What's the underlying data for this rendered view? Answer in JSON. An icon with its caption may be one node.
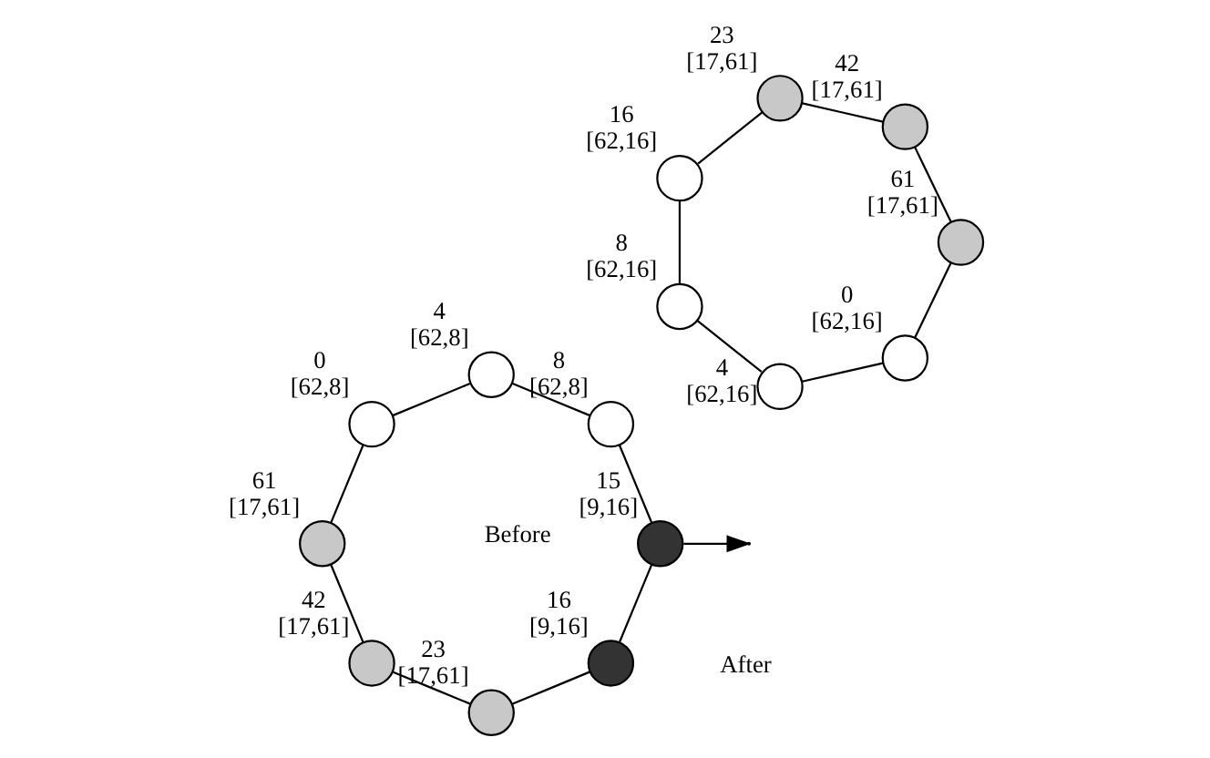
{
  "diagram": {
    "nodes": [
      {
        "text": [],
        "shape": "circle",
        "beside": [
          "0",
          "[62,8]"
        ]
      },
      {
        "text": [],
        "shape": "circle",
        "beside": [
          "4",
          "[62,8]"
        ]
      },
      {
        "text": [],
        "shape": "circle",
        "beside": [
          "8",
          "[62,8]"
        ]
      },
      {
        "text": [],
        "shape": "circle",
        "beside": [
          "15",
          "[9,16]"
        ]
      },
      {
        "text": [],
        "shape": "circle",
        "beside": [
          "16",
          "[9,16]"
        ]
      },
      {
        "text": [],
        "shape": "circle",
        "beside": [
          "23",
          "[17,61]"
        ]
      },
      {
        "text": [],
        "shape": "circle",
        "beside": [
          "42",
          "[17,61]"
        ]
      },
      {
        "text": [],
        "shape": "circle",
        "beside": [
          "61",
          "[17,61]"
        ]
      },
      {
        "text": [],
        "shape": "circle",
        "beside": [
          "0",
          "[62,16]"
        ]
      },
      {
        "text": [],
        "shape": "circle",
        "beside": [
          "4",
          "[62,16]"
        ]
      },
      {
        "text": [],
        "shape": "circle",
        "beside": [
          "8",
          "[62,16]"
        ]
      },
      {
        "text": [],
        "shape": "circle",
        "beside": [
          "16",
          "[62,16]"
        ]
      },
      {
        "text": [],
        "shape": "circle",
        "beside": [
          "23",
          "[17,61]"
        ]
      },
      {
        "text": [],
        "shape": "circle",
        "beside": [
          "42",
          "[17,61]"
        ]
      },
      {
        "text": [],
        "shape": "circle",
        "beside": [
          "61",
          "[17,61]"
        ]
      }
    ],
    "edges": [
      {
        "from": 0,
        "to": 1,
        "arrow": "none"
      },
      {
        "from": 1,
        "to": 2,
        "arrow": "none"
      },
      {
        "from": 2,
        "to": 3,
        "arrow": "none"
      },
      {
        "from": 3,
        "to": 4,
        "arrow": "none"
      },
      {
        "from": 4,
        "to": 5,
        "arrow": "none"
      },
      {
        "from": 5,
        "to": 6,
        "arrow": "none"
      },
      {
        "from": 6,
        "to": 7,
        "arrow": "none"
      },
      {
        "from": 7,
        "to": 0,
        "arrow": "none"
      },
      {
        "from": 3,
        "to": null,
        "arrow": "to"
      },
      {
        "from": 8,
        "to": 9,
        "arrow": "none"
      },
      {
        "from": 9,
        "to": 10,
        "arrow": "none"
      },
      {
        "from": 10,
        "to": 11,
        "arrow": "none"
      },
      {
        "from": 11,
        "to": 12,
        "arrow": "none"
      },
      {
        "from": 12,
        "to": 13,
        "arrow": "none"
      },
      {
        "from": 13,
        "to": 14,
        "arrow": "none"
      },
      {
        "from": 14,
        "to": 8,
        "arrow": "none"
      }
    ],
    "labels": [
      "Before",
      "After"
    ]
  }
}
